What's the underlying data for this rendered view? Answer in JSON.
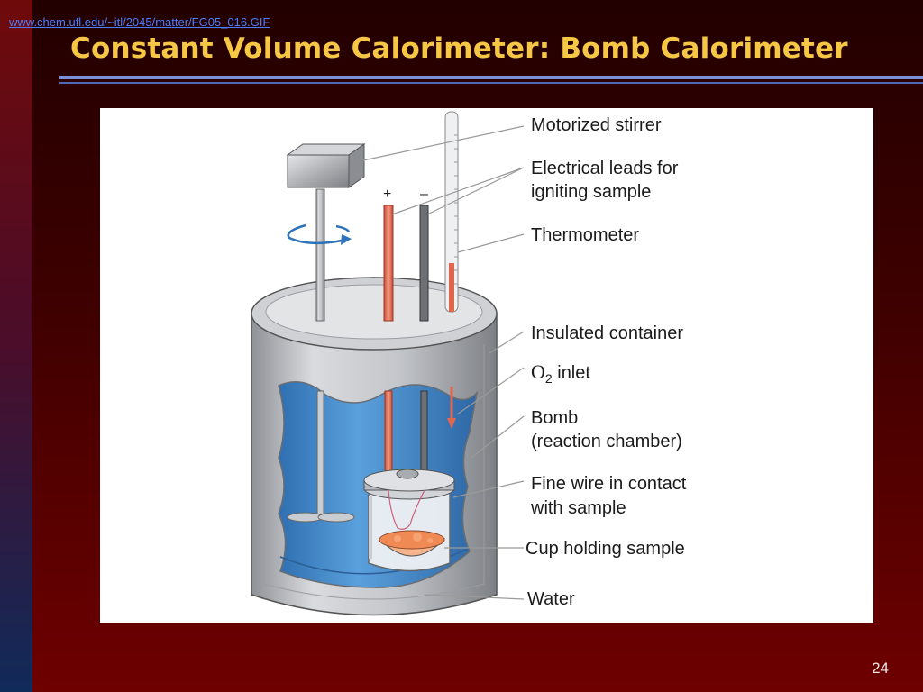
{
  "slide": {
    "source_url": "www.chem.ufl.edu/~itl/2045/matter/FG05_016.GIF",
    "title": "Constant Volume Calorimeter: Bomb Calorimeter",
    "page_number": "24"
  },
  "diagram": {
    "terminals": {
      "plus": "+",
      "minus": "–"
    },
    "labels": {
      "motorized_stirrer": "Motorized stirrer",
      "electrical_leads_line1": "Electrical leads for",
      "electrical_leads_line2": "igniting sample",
      "thermometer": "Thermometer",
      "insulated_container": "Insulated container",
      "o2_o": "O",
      "o2_sub": "2",
      "o2_inlet": " inlet",
      "bomb_line1": "Bomb",
      "bomb_line2": "(reaction chamber)",
      "fine_wire_line1": "Fine wire in contact",
      "fine_wire_line2": "with sample",
      "cup_holding_sample": "Cup holding sample",
      "water": "Water"
    },
    "colors": {
      "water": "#4f93d2",
      "steel": "#b9bcc2",
      "red_lead": "#e0674e",
      "sample": "#f08a55",
      "leader_line": "#999999"
    }
  }
}
